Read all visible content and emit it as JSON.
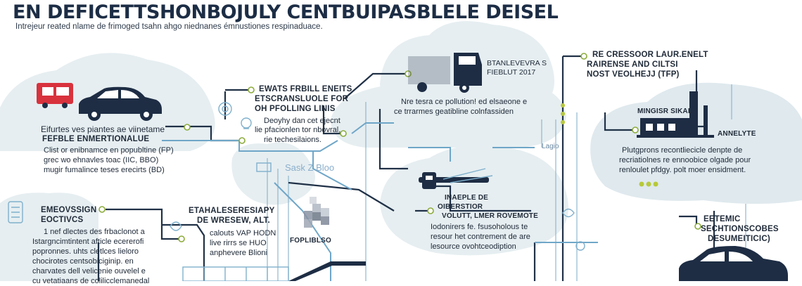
{
  "header": {
    "title": "EN DEFICETTSHONBOJULY CENTBUIPASBLELE DEISEL",
    "subtitle": "Intrejeur reated nlame de frimoged tsahn ahgo niednanes émnustiones respinaduace."
  },
  "blocks": {
    "car_left": {
      "heading": "Eifurtes ves piantes ae viinetame",
      "subheading": "FEFBLE ENMERTIONALUE",
      "lines": [
        "Clist or enibnamce en popubltine (FP)",
        "grec wo ehnavles toac (IIC, BBO)",
        "mugir fumalince teses erecirts (BD)"
      ]
    },
    "effects": {
      "heading_lines": [
        "EWATS FRBILL ENEITS",
        "ETSCRANSLUOLE FOR",
        "OH PFOLLING LINIS"
      ],
      "lines": [
        "Deoyhy dan cet ejecnt",
        "lie pfacionlen tor nbovral,",
        "rie techesilaions."
      ]
    },
    "truck": {
      "lines": [
        "BTANLEVEVRA S",
        "FIEBLUT 2017"
      ]
    },
    "pollution": {
      "lines": [
        "Nre tesra ce pollution! ed elsaeone e",
        "ce trrarmes geatibline colnfassiden"
      ]
    },
    "sensor": {
      "lines": [
        "RE CRESSOOR LAUR.ENELT",
        "RAIRENSE AND CILTSI",
        "NOST VEOLHEJJ (TFP)"
      ]
    },
    "factory": {
      "label1": "MINGISR SIKAL",
      "label2": "ANNELYTE",
      "lines": [
        "Plutgprons recontliecicle denpte de",
        "recriatiolnes re ennoobice olgade pour",
        "renloulet pfdgy. polt moer ensidment."
      ]
    },
    "tag_small": "Lagio",
    "sask": "Sask Z Bloo",
    "left_bottom": {
      "heading_lines": [
        "EMEOVSSIGN",
        "EOCTIVCS"
      ],
      "lines": [
        "1 nef dlectes des frbaclonot a",
        "Istargncimtintent afticle ecererofi",
        "popronnes. uhts cletlces lieloro",
        "chocirotes centsobiciginip. en",
        "charvates dell velicenie ouvelel e",
        "cu vetatiaans de colilicclemanedal"
      ]
    },
    "center_bottom": {
      "heading_lines": [
        "ETAHALESERESIAPY",
        "DE WRESEW, ALT."
      ],
      "lines": [
        "calouts VAP HODN",
        "live rirrs se HUO",
        "anphevere Blioni"
      ],
      "badge": "FOPLIBLSO"
    },
    "oberstor": {
      "heading_lines": [
        "INAEPLE DE",
        "OIBERSTIOR",
        "VOLUTT, LMER ROVEMOTE"
      ],
      "lines": [
        "Iodonirers fe. fsusoholous te",
        "resour het contrement de are",
        "lesource ovohtceodiption"
      ]
    },
    "right_bottom": {
      "heading_lines": [
        "EETEMIC",
        "SECHTIONSCOBES",
        "DESUMEITICIC)"
      ]
    }
  },
  "icons": [
    "truck-icon",
    "car-icon",
    "car-icon",
    "truck-icon",
    "factory-icon",
    "gear-icon",
    "leaf-icon",
    "lightbulb-icon",
    "sensor-icon"
  ],
  "colors": {
    "navy": "#1e2d44",
    "red": "#d8323d",
    "cloud": "#e6eef1",
    "accent_green": "#8bab3a",
    "line_blue": "#6fa6c8"
  }
}
